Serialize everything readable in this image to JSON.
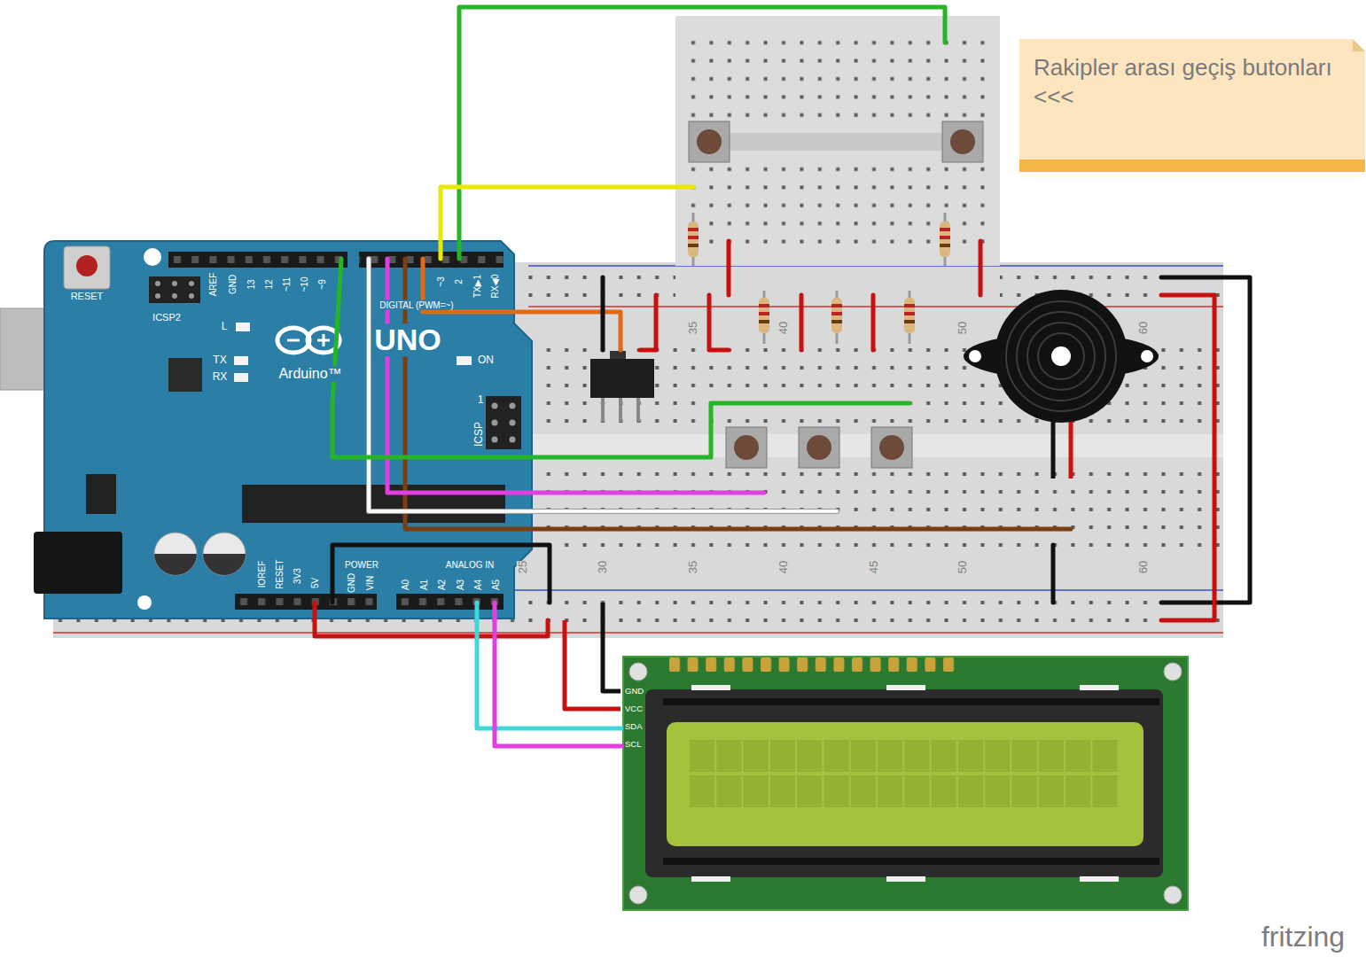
{
  "diagram": {
    "nodes": [
      {
        "text": [
          "Rakipler arası geçiş butonları",
          "<<<"
        ]
      },
      {
        "text": [
          "RESET",
          "ICSP2",
          "AREF",
          "GND",
          "13",
          "12",
          "~11",
          "~10",
          "~9",
          "DIGITAL (PWM=~)",
          "~3",
          "2",
          "TX▶1",
          "RX◀0",
          "L",
          "TX",
          "RX",
          "Arduino™",
          "UNO",
          "ON",
          "ICSP",
          "1",
          "IOREF",
          "RESET",
          "3V3",
          "5V",
          "GND",
          "VIN",
          "POWER",
          "A0",
          "A1",
          "A2",
          "A3",
          "A4",
          "A5",
          "ANALOG IN"
        ]
      },
      {
        "text": [
          "GND",
          "VCC",
          "SDA",
          "SCL"
        ]
      }
    ],
    "edges": [
      {
        "from": 1,
        "to": 2,
        "arrow": "none"
      },
      {
        "from": 1,
        "to": 2,
        "arrow": "none"
      }
    ],
    "labels": [
      "35",
      "40",
      "50",
      "60",
      "25",
      "30",
      "35",
      "40",
      "45",
      "50",
      "60",
      "fritzing"
    ]
  }
}
